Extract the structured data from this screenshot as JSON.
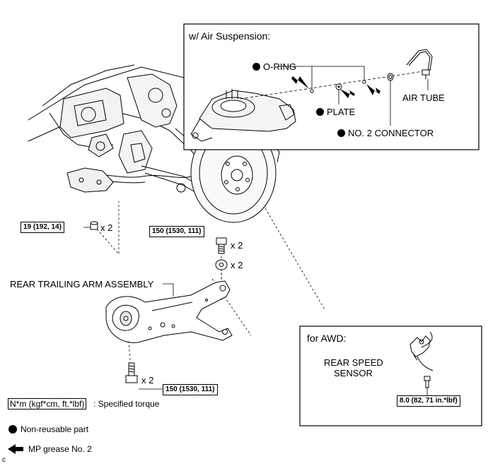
{
  "air_suspension": {
    "title": "w/ Air Suspension:",
    "o_ring": "O-RING",
    "plate": "PLATE",
    "connector": "NO. 2 CONNECTOR",
    "air_tube": "AIR TUBE"
  },
  "main": {
    "torque_bracket": "19 (192, 14)",
    "torque_bolt_upper": "150 (1530, 111)",
    "torque_bolt_lower": "150 (1530, 111)",
    "qty_x2_a": "x 2",
    "qty_x2_b": "x 2",
    "qty_x2_c": "x 2",
    "qty_x2_d": "x 2",
    "trailing_arm": "REAR TRAILING ARM ASSEMBLY"
  },
  "awd": {
    "title": "for AWD:",
    "sensor_line1": "REAR SPEED",
    "sensor_line2": "SENSOR",
    "torque_sensor": "8.0 (82, 71 in.*lbf)"
  },
  "legend": {
    "torque_unit": "N*m (kgf*cm, ft.*lbf)",
    "torque_desc": ": Specified torque",
    "non_reusable": "Non-reusable part",
    "grease": "MP grease No. 2",
    "figure_code": "c"
  }
}
